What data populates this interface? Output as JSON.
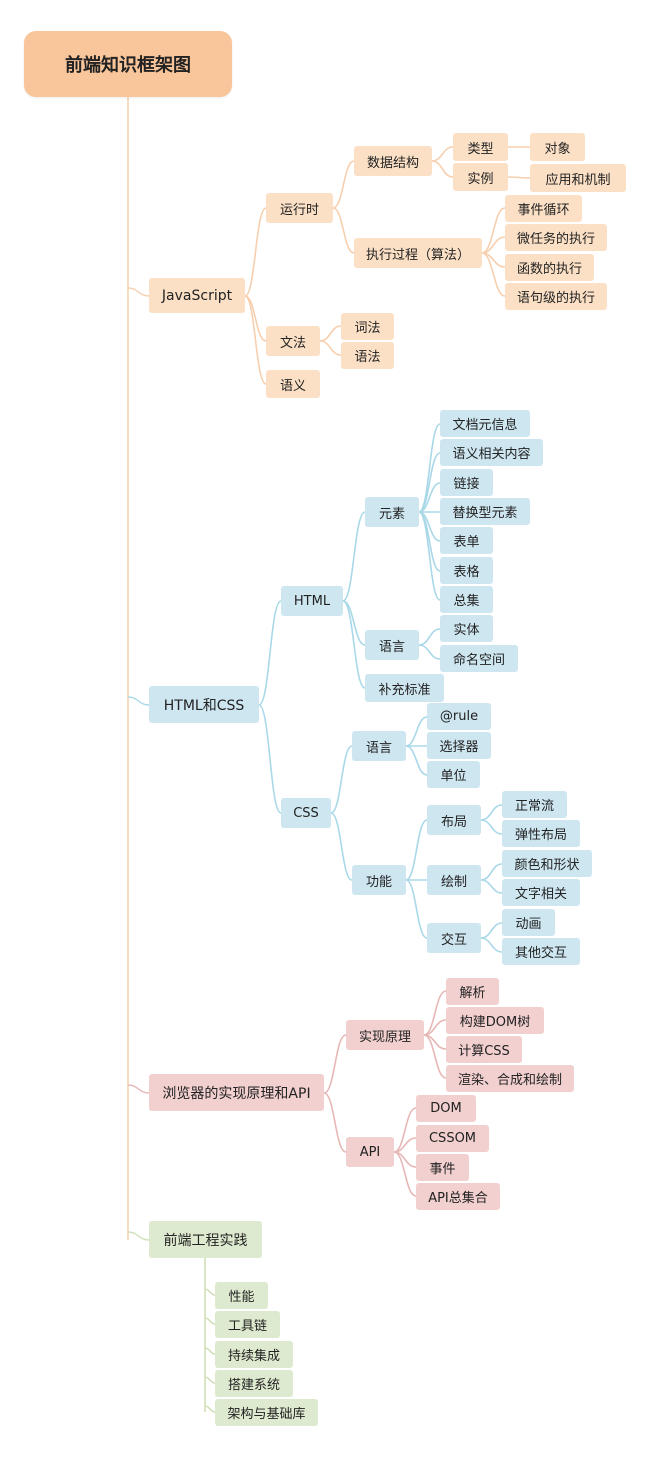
{
  "title": "前端知识框架图",
  "colors": {
    "root": "#f9c59a",
    "js_fill": "#fbe0c6",
    "js_line": "#f6cfae",
    "hc_fill": "#cde6f0",
    "hc_line": "#a9d8e8",
    "br_fill": "#f1d0cf",
    "br_line": "#e7b7b6",
    "fe_fill": "#deeacf",
    "fe_line": "#cfe0b8",
    "trunk": "#f2cda9"
  },
  "branches": {
    "js": {
      "label": "JavaScript",
      "runtime": {
        "label": "运行时",
        "data_structure": {
          "label": "数据结构",
          "type": {
            "label": "类型",
            "items": [
              "对象"
            ]
          },
          "instance": {
            "label": "实例",
            "items": [
              "应用和机制"
            ]
          }
        },
        "execution": {
          "label": "执行过程（算法）",
          "items": [
            "事件循环",
            "微任务的执行",
            "函数的执行",
            "语句级的执行"
          ]
        }
      },
      "grammar": {
        "label": "文法",
        "items": [
          "词法",
          "语法"
        ]
      },
      "semantics": {
        "label": "语义"
      }
    },
    "hc": {
      "label": "HTML和CSS",
      "html": {
        "label": "HTML",
        "elements": {
          "label": "元素",
          "items": [
            "文档元信息",
            "语义相关内容",
            "链接",
            "替换型元素",
            "表单",
            "表格",
            "总集"
          ]
        },
        "language": {
          "label": "语言",
          "items": [
            "实体",
            "命名空间"
          ]
        },
        "supplement": {
          "label": "补充标准"
        }
      },
      "css": {
        "label": "CSS",
        "language": {
          "label": "语言",
          "items": [
            "@rule",
            "选择器",
            "单位"
          ]
        },
        "features": {
          "label": "功能",
          "layout": {
            "label": "布局",
            "items": [
              "正常流",
              "弹性布局"
            ]
          },
          "paint": {
            "label": "绘制",
            "items": [
              "颜色和形状",
              "文字相关"
            ]
          },
          "interaction": {
            "label": "交互",
            "items": [
              "动画",
              "其他交互"
            ]
          }
        }
      }
    },
    "br": {
      "label": "浏览器的实现原理和API",
      "principle": {
        "label": "实现原理",
        "items": [
          "解析",
          "构建DOM树",
          "计算CSS",
          "渲染、合成和绘制"
        ]
      },
      "api": {
        "label": "API",
        "items": [
          "DOM",
          "CSSOM",
          "事件",
          "API总集合"
        ]
      }
    },
    "fe": {
      "label": "前端工程实践",
      "items": [
        "性能",
        "工具链",
        "持续集成",
        "搭建系统",
        "架构与基础库"
      ]
    }
  }
}
